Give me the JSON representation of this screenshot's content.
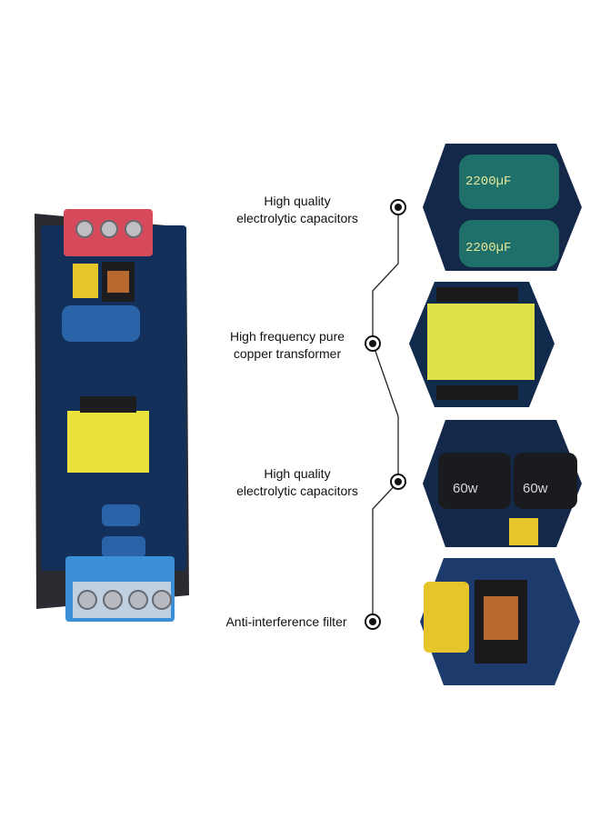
{
  "features": [
    {
      "line1": "High quality",
      "line2": "electrolytic capacitors",
      "icon": "capacitor-closeup"
    },
    {
      "line1": "High frequency pure",
      "line2": "copper transformer",
      "icon": "transformer-closeup"
    },
    {
      "line1": "High quality",
      "line2": "electrolytic capacitors",
      "icon": "capacitor-closeup"
    },
    {
      "line1": "Anti-interference filter",
      "line2": "",
      "icon": "filter-closeup"
    }
  ],
  "hex_text": {
    "cap1_a": "2200µF",
    "cap1_b": "2200µF",
    "cap2_a": "60w",
    "cap2_b": "60w"
  },
  "colors": {
    "pcb": "#12305a",
    "transformer": "#e9e23a",
    "capacitor_blue": "#2b63a8",
    "terminal_red": "#d64a5c",
    "terminal_blue": "#3a8fd6"
  }
}
